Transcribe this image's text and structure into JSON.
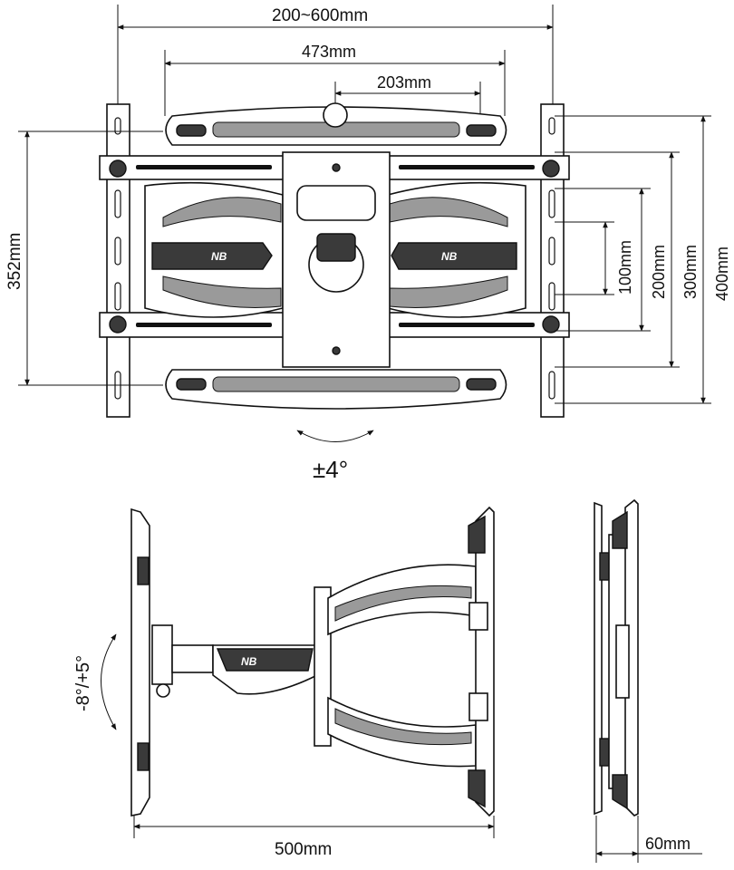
{
  "front_view": {
    "width_range": "200~600mm",
    "arm_span": "473mm",
    "center_offset": "203mm",
    "height_left": "352mm",
    "vesa_heights": [
      "100mm",
      "200mm",
      "300mm",
      "400mm"
    ],
    "tilt_rotation": "±4°",
    "logo": "NB"
  },
  "side_view": {
    "tilt_range": "-8°/+5°",
    "extension": "500mm",
    "logo": "NB"
  },
  "profile_view": {
    "depth": "60mm"
  }
}
